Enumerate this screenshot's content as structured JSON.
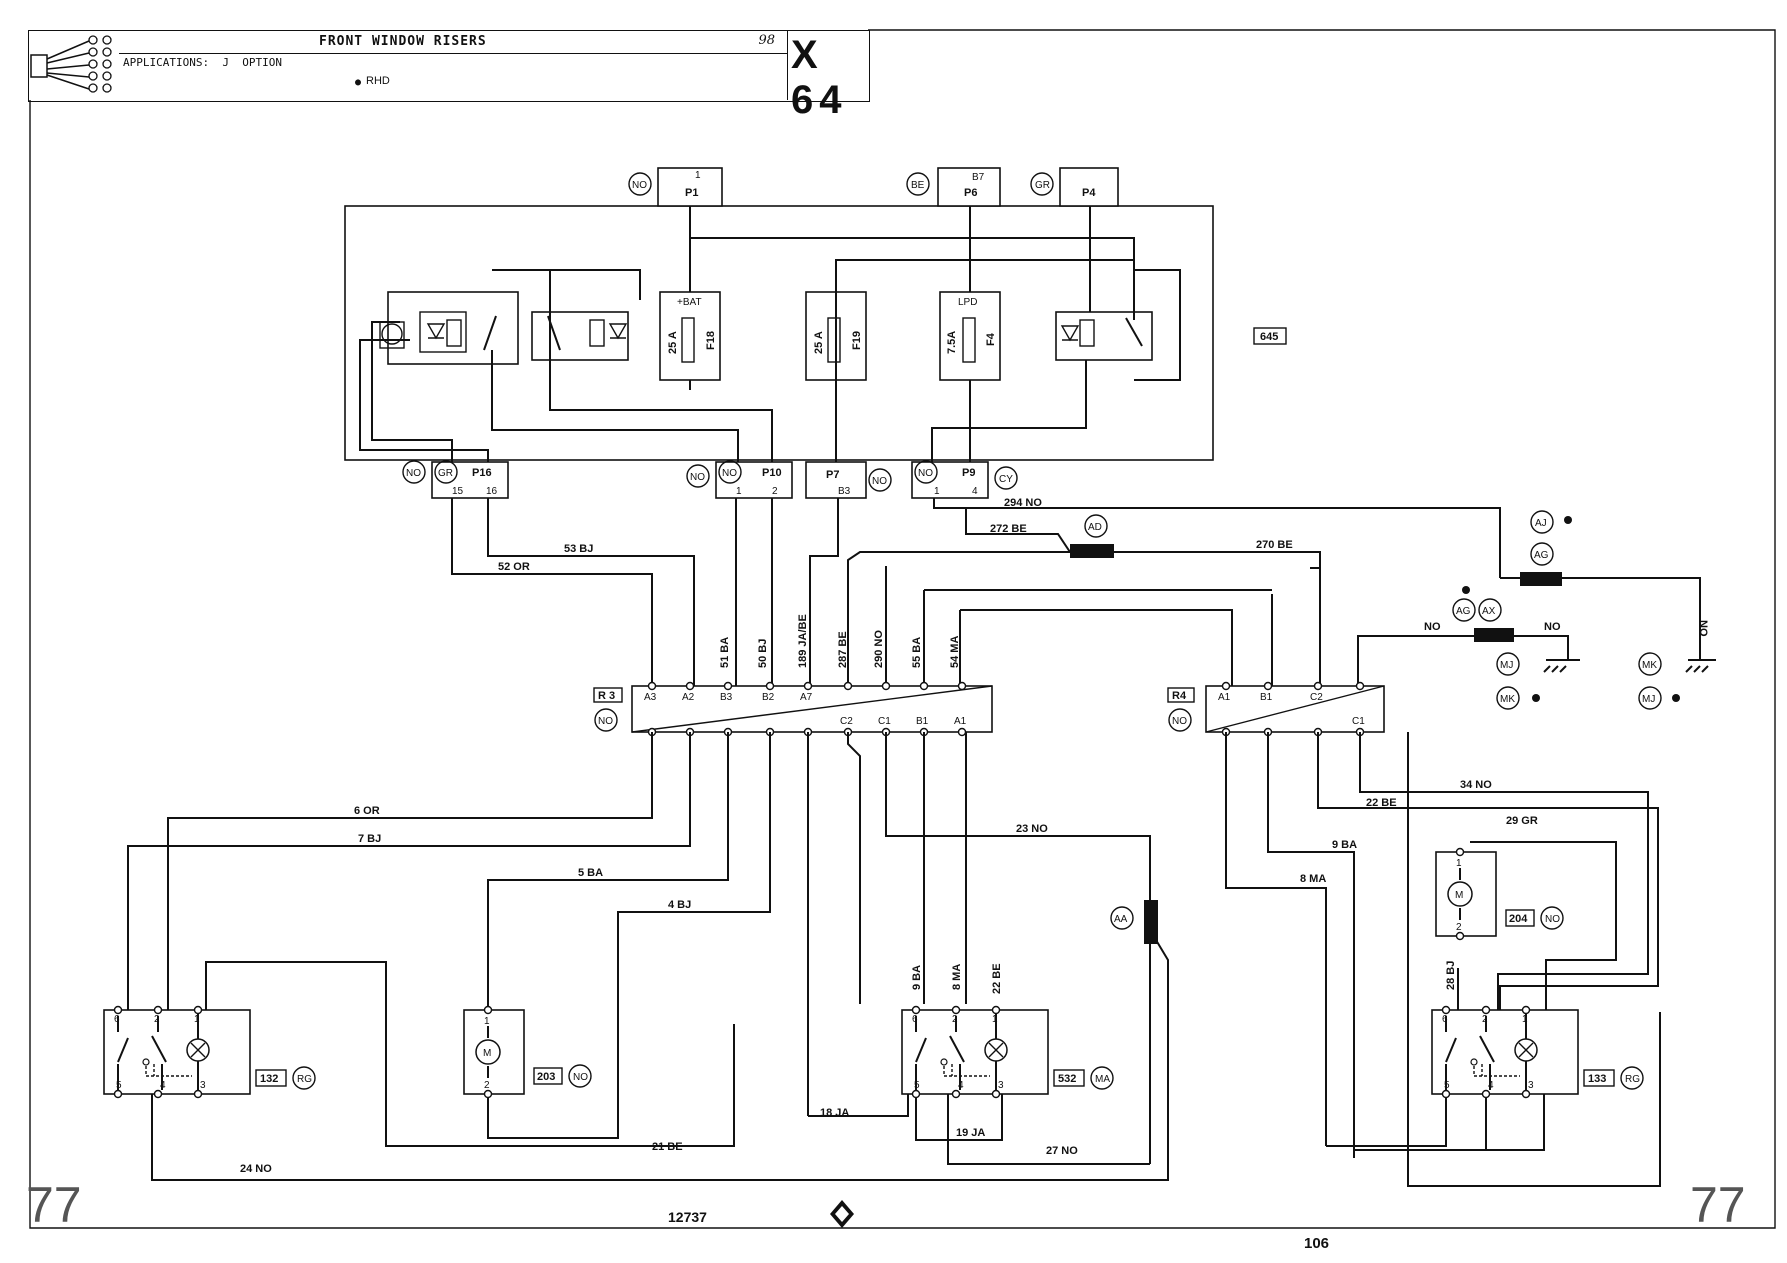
{
  "window": {
    "width": 1787,
    "height": 1263
  },
  "header": {
    "title": "FRONT WINDOW RISERS",
    "year": "98",
    "model_code": "X 64",
    "applications": "APPLICATIONS:  J  OPTION",
    "note": "RHD"
  },
  "footer": {
    "left_marker": "77",
    "right_marker": "77",
    "drawing_number": "12737",
    "page_number": "106"
  },
  "diagram_label_color": "#111111",
  "canvas": {
    "width": 1787,
    "height": 1263
  },
  "labels": {
    "top_connectors": {
      "no_a": "NO",
      "p1_pin": "1",
      "p1": "P1",
      "be": "BE",
      "b7": "B7",
      "p6": "P6",
      "gr": "GR",
      "p4": "P4"
    },
    "fuses": {
      "bat": "+BAT",
      "f18_amp": "25 A",
      "f18": "F18",
      "f19_amp": "25 A",
      "f19": "F19",
      "lpd": "LPD",
      "f4_amp": "7.5A",
      "f4": "F4",
      "unit_code": "645"
    },
    "lower_connectors": {
      "no1": "NO",
      "gr": "GR",
      "p16": "P16",
      "p16_15": "15",
      "p16_16": "16",
      "no2": "NO",
      "no3": "NO",
      "p10": "P10",
      "p10_1": "1",
      "p10_2": "2",
      "p7": "P7",
      "p7_b3": "B3",
      "no4": "NO",
      "no5": "NO",
      "p9": "P9",
      "p9_1": "1",
      "p9_4": "4",
      "cy": "CY"
    },
    "wires": {
      "w294": "294  NO",
      "w272": "272  BE",
      "ad": "AD",
      "w270": "270  BE",
      "aj": "AJ",
      "ag": "AG",
      "ag2": "AG",
      "ax": "AX",
      "no_a": "NO",
      "no_b": "NO",
      "no_c": "NO",
      "mj": "MJ",
      "mk": "MK",
      "mk2": "MK",
      "mj2": "MJ",
      "w53": "53  BJ",
      "w52": "52  OR",
      "w51": "51  BA",
      "w50": "50  BJ",
      "w189": "189  JA/BE",
      "w287": "287  BE",
      "w290": "290  NO",
      "w55": "55  BA",
      "w54": "54  MA",
      "w6": "6    OR",
      "w7": "7    BJ",
      "w5": "5    BA",
      "w4": "4    BJ",
      "w23": "23  NO",
      "aa": "AA",
      "w9m": "9    BA",
      "w8m": "8    MA",
      "w22m": "22   BE",
      "w34": "34 NO",
      "w22": "22  BE",
      "w9": "9    BA",
      "w8": "8    MA",
      "w29": "29  GR",
      "w28": "28  BJ",
      "w18": "18    JA",
      "w19": "19    JA",
      "w27": "27  NO",
      "w21": "21  BE",
      "w24": "24   NO"
    },
    "r3": {
      "name": "R 3",
      "color": "NO",
      "top": [
        "A3",
        "A2",
        "B3",
        "B2",
        "A7",
        "",
        "",
        ""
      ],
      "bottom": [
        "C2",
        "C1",
        "B1",
        "A1"
      ]
    },
    "r4": {
      "name": "R4",
      "color": "NO",
      "top": [
        "A1",
        "B1",
        "C2",
        ""
      ],
      "bottom": [
        "C1"
      ]
    },
    "switch_132": {
      "code": "132",
      "color": "RG",
      "pins": [
        "6",
        "2",
        "1",
        "5",
        "4",
        "3"
      ]
    },
    "motor_203": {
      "code": "203",
      "color": "NO",
      "pins": [
        "1",
        "2"
      ],
      "symbol": "M"
    },
    "switch_532": {
      "code": "532",
      "color": "MA",
      "pins": [
        "6",
        "2",
        "1",
        "5",
        "4",
        "3"
      ]
    },
    "motor_204": {
      "code": "204",
      "color": "NO",
      "pins": [
        "1",
        "2"
      ],
      "symbol": "M"
    },
    "switch_133": {
      "code": "133",
      "color": "RG",
      "pins": [
        "6",
        "2",
        "1",
        "5",
        "4",
        "3"
      ]
    }
  }
}
